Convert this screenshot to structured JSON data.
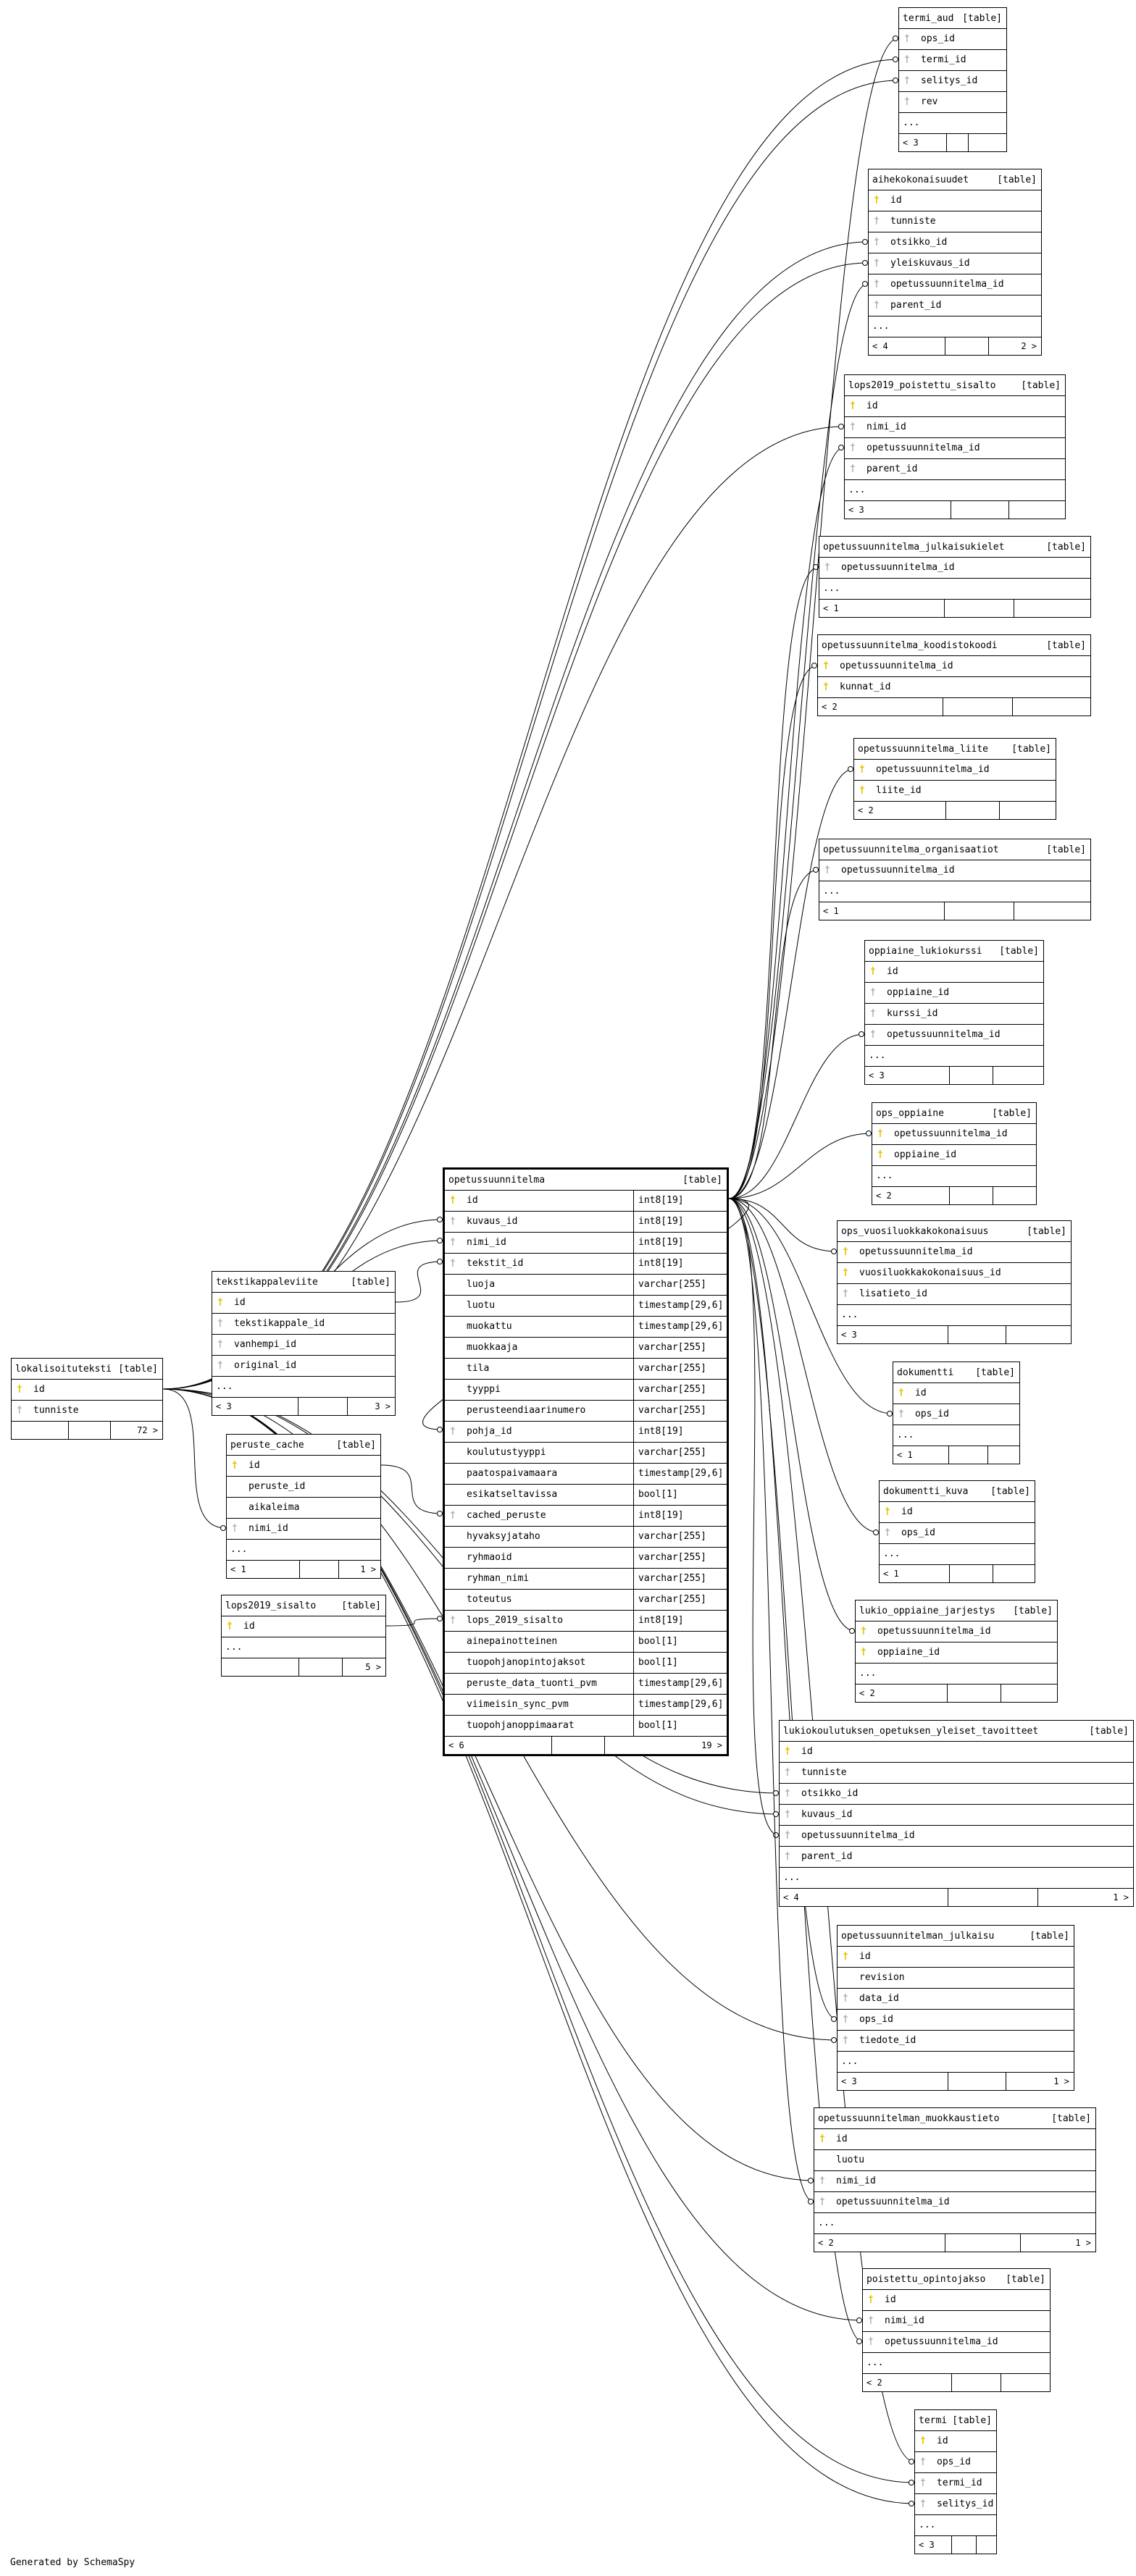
{
  "credit": "Generated by SchemaSpy",
  "table_tag": "[table]",
  "tables": [
    {
      "name": "termi_aud",
      "cols": [
        {
          "n": "ops_id",
          "k": "fk"
        },
        {
          "n": "termi_id",
          "k": "fk"
        },
        {
          "n": "selitys_id",
          "k": "fk"
        },
        {
          "n": "rev",
          "k": "fk"
        }
      ],
      "ellipsis": true,
      "footer_left": "< 3",
      "footer_right": ""
    },
    {
      "name": "aihekokonaisuudet",
      "cols": [
        {
          "n": "id",
          "k": "pk"
        },
        {
          "n": "tunniste",
          "k": "fk"
        },
        {
          "n": "otsikko_id",
          "k": "fk"
        },
        {
          "n": "yleiskuvaus_id",
          "k": "fk"
        },
        {
          "n": "opetussuunnitelma_id",
          "k": "fk"
        },
        {
          "n": "parent_id",
          "k": "fk"
        }
      ],
      "ellipsis": true,
      "footer_left": "< 4",
      "footer_right": "2 >"
    },
    {
      "name": "lops2019_poistettu_sisalto",
      "cols": [
        {
          "n": "id",
          "k": "pk"
        },
        {
          "n": "nimi_id",
          "k": "fk"
        },
        {
          "n": "opetussuunnitelma_id",
          "k": "fk"
        },
        {
          "n": "parent_id",
          "k": "fk"
        }
      ],
      "ellipsis": true,
      "footer_left": "< 3",
      "footer_right": ""
    },
    {
      "name": "opetussuunnitelma_julkaisukielet",
      "cols": [
        {
          "n": "opetussuunnitelma_id",
          "k": "fk"
        }
      ],
      "ellipsis": true,
      "footer_left": "< 1",
      "footer_right": ""
    },
    {
      "name": "opetussuunnitelma_koodistokoodi",
      "cols": [
        {
          "n": "opetussuunnitelma_id",
          "k": "pk"
        },
        {
          "n": "kunnat_id",
          "k": "pk"
        }
      ],
      "ellipsis": false,
      "footer_left": "< 2",
      "footer_right": ""
    },
    {
      "name": "opetussuunnitelma_liite",
      "cols": [
        {
          "n": "opetussuunnitelma_id",
          "k": "pk"
        },
        {
          "n": "liite_id",
          "k": "pk"
        }
      ],
      "ellipsis": false,
      "footer_left": "< 2",
      "footer_right": ""
    },
    {
      "name": "opetussuunnitelma_organisaatiot",
      "cols": [
        {
          "n": "opetussuunnitelma_id",
          "k": "fk"
        }
      ],
      "ellipsis": true,
      "footer_left": "< 1",
      "footer_right": ""
    },
    {
      "name": "oppiaine_lukiokurssi",
      "cols": [
        {
          "n": "id",
          "k": "pk"
        },
        {
          "n": "oppiaine_id",
          "k": "fk"
        },
        {
          "n": "kurssi_id",
          "k": "fk"
        },
        {
          "n": "opetussuunnitelma_id",
          "k": "fk"
        }
      ],
      "ellipsis": true,
      "footer_left": "< 3",
      "footer_right": ""
    },
    {
      "name": "ops_oppiaine",
      "cols": [
        {
          "n": "opetussuunnitelma_id",
          "k": "pk"
        },
        {
          "n": "oppiaine_id",
          "k": "pk"
        }
      ],
      "ellipsis": true,
      "footer_left": "< 2",
      "footer_right": ""
    },
    {
      "name": "ops_vuosiluokkakokonaisuus",
      "cols": [
        {
          "n": "opetussuunnitelma_id",
          "k": "pk"
        },
        {
          "n": "vuosiluokkakokonaisuus_id",
          "k": "pk"
        },
        {
          "n": "lisatieto_id",
          "k": "fk"
        }
      ],
      "ellipsis": true,
      "footer_left": "< 3",
      "footer_right": ""
    },
    {
      "name": "dokumentti",
      "cols": [
        {
          "n": "id",
          "k": "pk"
        },
        {
          "n": "ops_id",
          "k": "fk"
        }
      ],
      "ellipsis": true,
      "footer_left": "< 1",
      "footer_right": ""
    },
    {
      "name": "dokumentti_kuva",
      "cols": [
        {
          "n": "id",
          "k": "pk"
        },
        {
          "n": "ops_id",
          "k": "fk"
        }
      ],
      "ellipsis": true,
      "footer_left": "< 1",
      "footer_right": ""
    },
    {
      "name": "lukio_oppiaine_jarjestys",
      "cols": [
        {
          "n": "opetussuunnitelma_id",
          "k": "pk"
        },
        {
          "n": "oppiaine_id",
          "k": "pk"
        }
      ],
      "ellipsis": true,
      "footer_left": "< 2",
      "footer_right": ""
    },
    {
      "name": "lukiokoulutuksen_opetuksen_yleiset_tavoitteet",
      "cols": [
        {
          "n": "id",
          "k": "pk"
        },
        {
          "n": "tunniste",
          "k": "fk"
        },
        {
          "n": "otsikko_id",
          "k": "fk"
        },
        {
          "n": "kuvaus_id",
          "k": "fk"
        },
        {
          "n": "opetussuunnitelma_id",
          "k": "fk"
        },
        {
          "n": "parent_id",
          "k": "fk"
        }
      ],
      "ellipsis": true,
      "footer_left": "< 4",
      "footer_right": "1 >"
    },
    {
      "name": "opetussuunnitelman_julkaisu",
      "cols": [
        {
          "n": "id",
          "k": "pk"
        },
        {
          "n": "revision",
          "k": ""
        },
        {
          "n": "data_id",
          "k": "fk"
        },
        {
          "n": "ops_id",
          "k": "fk"
        },
        {
          "n": "tiedote_id",
          "k": "fk"
        }
      ],
      "ellipsis": true,
      "footer_left": "< 3",
      "footer_right": "1 >"
    },
    {
      "name": "opetussuunnitelman_muokkaustieto",
      "cols": [
        {
          "n": "id",
          "k": "pk"
        },
        {
          "n": "luotu",
          "k": ""
        },
        {
          "n": "nimi_id",
          "k": "fk"
        },
        {
          "n": "opetussuunnitelma_id",
          "k": "fk"
        }
      ],
      "ellipsis": true,
      "footer_left": "< 2",
      "footer_right": "1 >"
    },
    {
      "name": "poistettu_opintojakso",
      "cols": [
        {
          "n": "id",
          "k": "pk"
        },
        {
          "n": "nimi_id",
          "k": "fk"
        },
        {
          "n": "opetussuunnitelma_id",
          "k": "fk"
        }
      ],
      "ellipsis": true,
      "footer_left": "< 2",
      "footer_right": ""
    },
    {
      "name": "termi",
      "cols": [
        {
          "n": "id",
          "k": "pk"
        },
        {
          "n": "ops_id",
          "k": "fk"
        },
        {
          "n": "termi_id",
          "k": "fk"
        },
        {
          "n": "selitys_id",
          "k": "fk"
        }
      ],
      "ellipsis": true,
      "footer_left": "< 3",
      "footer_right": ""
    },
    {
      "name": "lokalisoituteksti",
      "cols": [
        {
          "n": "id",
          "k": "pk"
        },
        {
          "n": "tunniste",
          "k": "fk"
        }
      ],
      "ellipsis": false,
      "footer_left": "",
      "footer_right": "72 >"
    },
    {
      "name": "tekstikappaleviite",
      "cols": [
        {
          "n": "id",
          "k": "pk"
        },
        {
          "n": "tekstikappale_id",
          "k": "fk"
        },
        {
          "n": "vanhempi_id",
          "k": "fk"
        },
        {
          "n": "original_id",
          "k": "fk"
        }
      ],
      "ellipsis": true,
      "footer_left": "< 3",
      "footer_right": "3 >"
    },
    {
      "name": "peruste_cache",
      "cols": [
        {
          "n": "id",
          "k": "pk"
        },
        {
          "n": "peruste_id",
          "k": ""
        },
        {
          "n": "aikaleima",
          "k": ""
        },
        {
          "n": "nimi_id",
          "k": "fk"
        }
      ],
      "ellipsis": true,
      "footer_left": "< 1",
      "footer_right": "1 >"
    },
    {
      "name": "lops2019_sisalto",
      "cols": [
        {
          "n": "id",
          "k": "pk"
        }
      ],
      "ellipsis": true,
      "footer_left": "",
      "footer_right": "5 >"
    },
    {
      "name": "opetussuunnitelma",
      "cols": [
        {
          "n": "id",
          "k": "pk",
          "t": "int8[19]"
        },
        {
          "n": "kuvaus_id",
          "k": "fk",
          "t": "int8[19]"
        },
        {
          "n": "nimi_id",
          "k": "fk",
          "t": "int8[19]"
        },
        {
          "n": "tekstit_id",
          "k": "fk",
          "t": "int8[19]"
        },
        {
          "n": "luoja",
          "k": "",
          "t": "varchar[255]"
        },
        {
          "n": "luotu",
          "k": "",
          "t": "timestamp[29,6]"
        },
        {
          "n": "muokattu",
          "k": "",
          "t": "timestamp[29,6]"
        },
        {
          "n": "muokkaaja",
          "k": "",
          "t": "varchar[255]"
        },
        {
          "n": "tila",
          "k": "",
          "t": "varchar[255]"
        },
        {
          "n": "tyyppi",
          "k": "",
          "t": "varchar[255]"
        },
        {
          "n": "perusteendiaarinumero",
          "k": "",
          "t": "varchar[255]"
        },
        {
          "n": "pohja_id",
          "k": "fk",
          "t": "int8[19]"
        },
        {
          "n": "koulutustyyppi",
          "k": "",
          "t": "varchar[255]"
        },
        {
          "n": "paatospaivamaara",
          "k": "",
          "t": "timestamp[29,6]"
        },
        {
          "n": "esikatseltavissa",
          "k": "",
          "t": "bool[1]"
        },
        {
          "n": "cached_peruste",
          "k": "fk",
          "t": "int8[19]"
        },
        {
          "n": "hyvaksyjataho",
          "k": "",
          "t": "varchar[255]"
        },
        {
          "n": "ryhmaoid",
          "k": "",
          "t": "varchar[255]"
        },
        {
          "n": "ryhman_nimi",
          "k": "",
          "t": "varchar[255]"
        },
        {
          "n": "toteutus",
          "k": "",
          "t": "varchar[255]"
        },
        {
          "n": "lops_2019_sisalto",
          "k": "fk",
          "t": "int8[19]"
        },
        {
          "n": "ainepainotteinen",
          "k": "",
          "t": "bool[1]"
        },
        {
          "n": "tuopohjanopintojaksot",
          "k": "",
          "t": "bool[1]"
        },
        {
          "n": "peruste_data_tuonti_pvm",
          "k": "",
          "t": "timestamp[29,6]"
        },
        {
          "n": "viimeisin_sync_pvm",
          "k": "",
          "t": "timestamp[29,6]"
        },
        {
          "n": "tuopohjanoppimaarat",
          "k": "",
          "t": "bool[1]"
        }
      ],
      "ellipsis": false,
      "footer_left": "< 6",
      "footer_right": "19 >"
    }
  ]
}
